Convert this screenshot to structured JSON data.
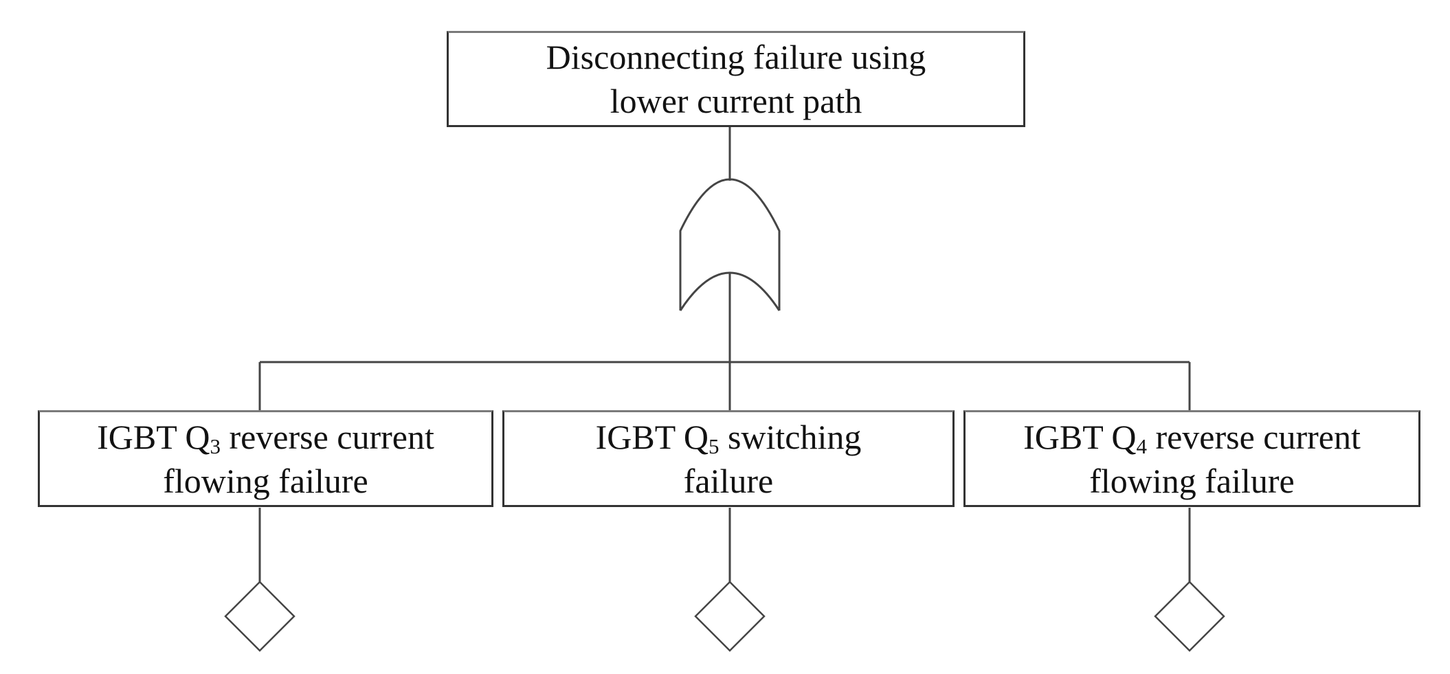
{
  "diagram_type": "fault-tree",
  "theme": {
    "bg": "#ffffff",
    "line": "#454545",
    "border": "#333333",
    "border_top": "#7a7a7a",
    "text": "#121212",
    "box_bg": "#ffffff"
  },
  "tree": {
    "top_event": {
      "line1": "Disconnecting failure using",
      "line2": "lower current path"
    },
    "gate": {
      "type": "OR"
    },
    "children": [
      {
        "line1_pre": "IGBT Q",
        "line1_sub": "3",
        "line1_post": " reverse current",
        "line2": "flowing failure",
        "symbol": "undeveloped-event-diamond"
      },
      {
        "line1_pre": "IGBT Q",
        "line1_sub": "5",
        "line1_post": " switching",
        "line2": "failure",
        "symbol": "undeveloped-event-diamond"
      },
      {
        "line1_pre": "IGBT Q",
        "line1_sub": "4",
        "line1_post": " reverse current",
        "line2": "flowing failure",
        "symbol": "undeveloped-event-diamond"
      }
    ]
  }
}
